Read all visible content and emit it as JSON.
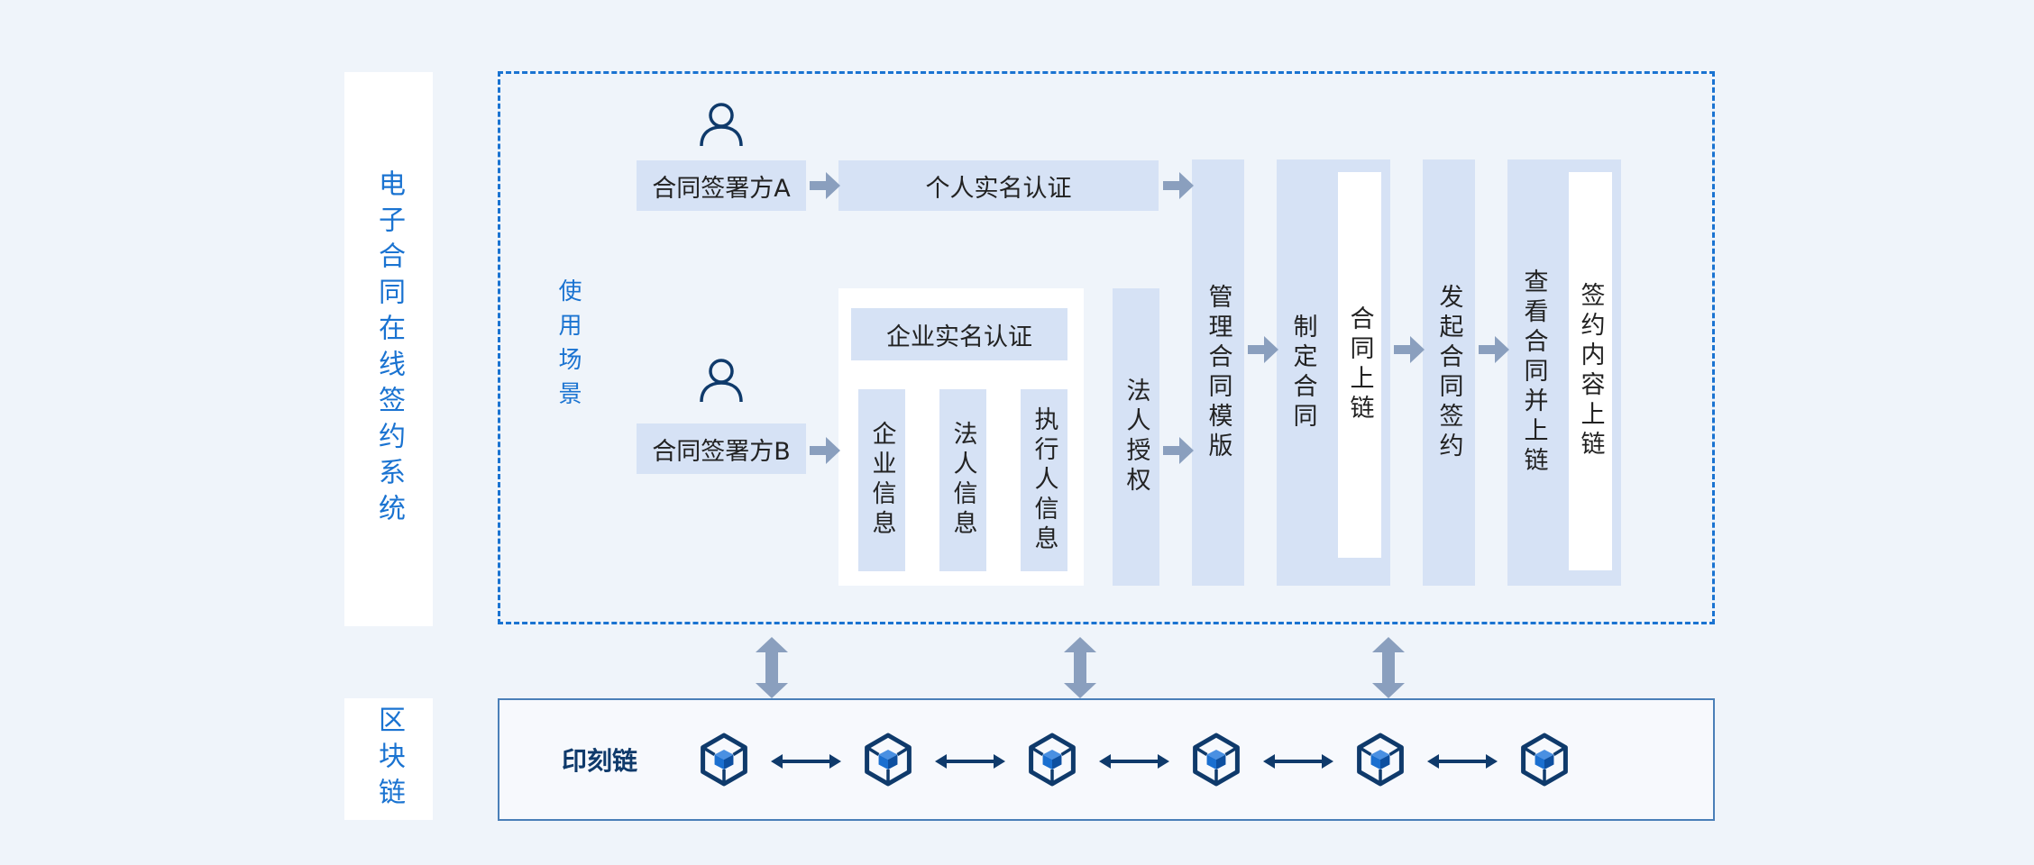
{
  "left_labels": {
    "system": "电子合同在线签约系统",
    "blockchain": "区块链"
  },
  "scenario_label": "使用场景",
  "party_a": {
    "label": "合同签署方A",
    "auth": "个人实名认证"
  },
  "party_b": {
    "label": "合同签署方B",
    "enterprise_auth": "企业实名认证",
    "info_items": [
      "企业信息",
      "法人信息",
      "执行人信息"
    ]
  },
  "steps": {
    "legal_auth": "法人授权",
    "manage_template": "管理合同模版",
    "make_contract": "制定合同",
    "contract_onchain": "合同上链",
    "initiate_sign": "发起合同签约",
    "view_contract": "查看合同并上链",
    "sign_onchain": "签约内容上链"
  },
  "chain": {
    "label": "印刻链",
    "block_count": 6
  },
  "colors": {
    "accent_blue": "#1a73d1",
    "box_light": "#d6e2f5",
    "arrow_gray": "#8a9fbe",
    "navy": "#0f3a6b",
    "cube_blue": "#1a6fd0"
  }
}
